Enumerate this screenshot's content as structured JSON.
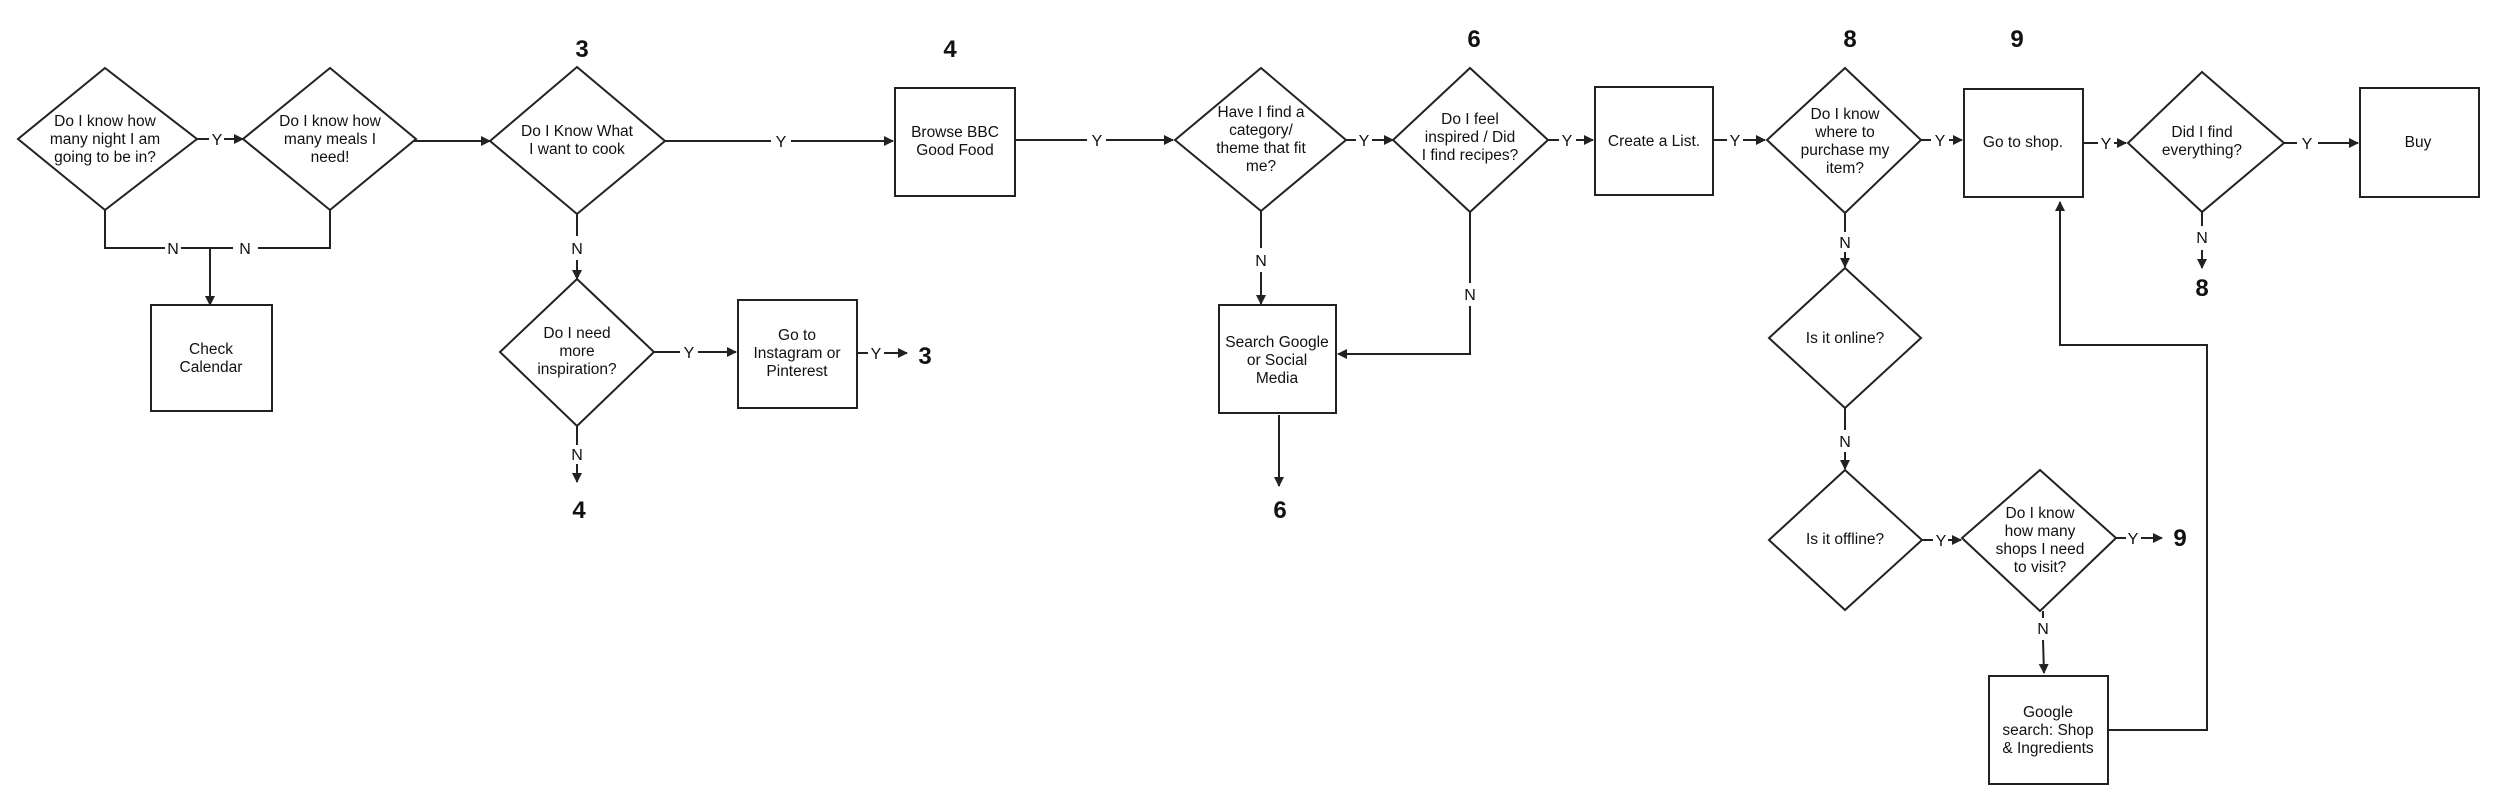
{
  "nodes": {
    "d1": {
      "shape": "diamond",
      "lines": [
        "Do I know how",
        "many night I am",
        "going to be in?"
      ]
    },
    "d2": {
      "shape": "diamond",
      "lines": [
        "Do I know how",
        "many meals I",
        "need!"
      ]
    },
    "check_calendar": {
      "shape": "box",
      "lines": [
        "Check",
        "Calendar"
      ]
    },
    "d3": {
      "shape": "diamond",
      "lines": [
        "Do I Know What",
        "I want to cook"
      ]
    },
    "d_inspiration": {
      "shape": "diamond",
      "lines": [
        "Do I need",
        "more",
        "inspiration?"
      ]
    },
    "go_instagram": {
      "shape": "box",
      "lines": [
        "Go to",
        "Instagram or",
        "Pinterest"
      ]
    },
    "browse_bbc": {
      "shape": "box",
      "lines": [
        "Browse BBC",
        "Good Food"
      ]
    },
    "d_category": {
      "shape": "diamond",
      "lines": [
        "Have I find a",
        "category/",
        "theme that fit",
        "me?"
      ]
    },
    "search_google": {
      "shape": "box",
      "lines": [
        "Search Google",
        "or Social",
        "Media"
      ]
    },
    "d_inspired": {
      "shape": "diamond",
      "lines": [
        "Do I feel",
        "inspired / Did",
        "I find recipes?"
      ]
    },
    "create_list": {
      "shape": "box",
      "lines": [
        "Create a List."
      ]
    },
    "d_purchase": {
      "shape": "diamond",
      "lines": [
        "Do I know",
        "where to",
        "purchase my",
        "item?"
      ]
    },
    "d_online": {
      "shape": "diamond",
      "lines": [
        "Is it online?"
      ]
    },
    "d_offline": {
      "shape": "diamond",
      "lines": [
        "Is it offline?"
      ]
    },
    "d_shops": {
      "shape": "diamond",
      "lines": [
        "Do I know",
        "how many",
        "shops I need",
        "to visit?"
      ]
    },
    "google_shop": {
      "shape": "box",
      "lines": [
        "Google",
        "search: Shop",
        "& Ingredients"
      ]
    },
    "go_shop": {
      "shape": "box",
      "lines": [
        "Go to shop."
      ]
    },
    "d_find": {
      "shape": "diamond",
      "lines": [
        "Did I find",
        "everything?"
      ]
    },
    "buy": {
      "shape": "box",
      "lines": [
        "Buy"
      ]
    }
  },
  "step_numbers": {
    "above_d3": "3",
    "above_bbc": "4",
    "above_inspired": "6",
    "above_purchase": "8",
    "above_go_shop": "9",
    "ref_after_instagram": "3",
    "ref_below_inspiration": "4",
    "ref_below_search": "6",
    "ref_below_find": "8",
    "ref_after_shops": "9"
  },
  "edge_labels": {
    "yes": "Y",
    "no": "N"
  }
}
